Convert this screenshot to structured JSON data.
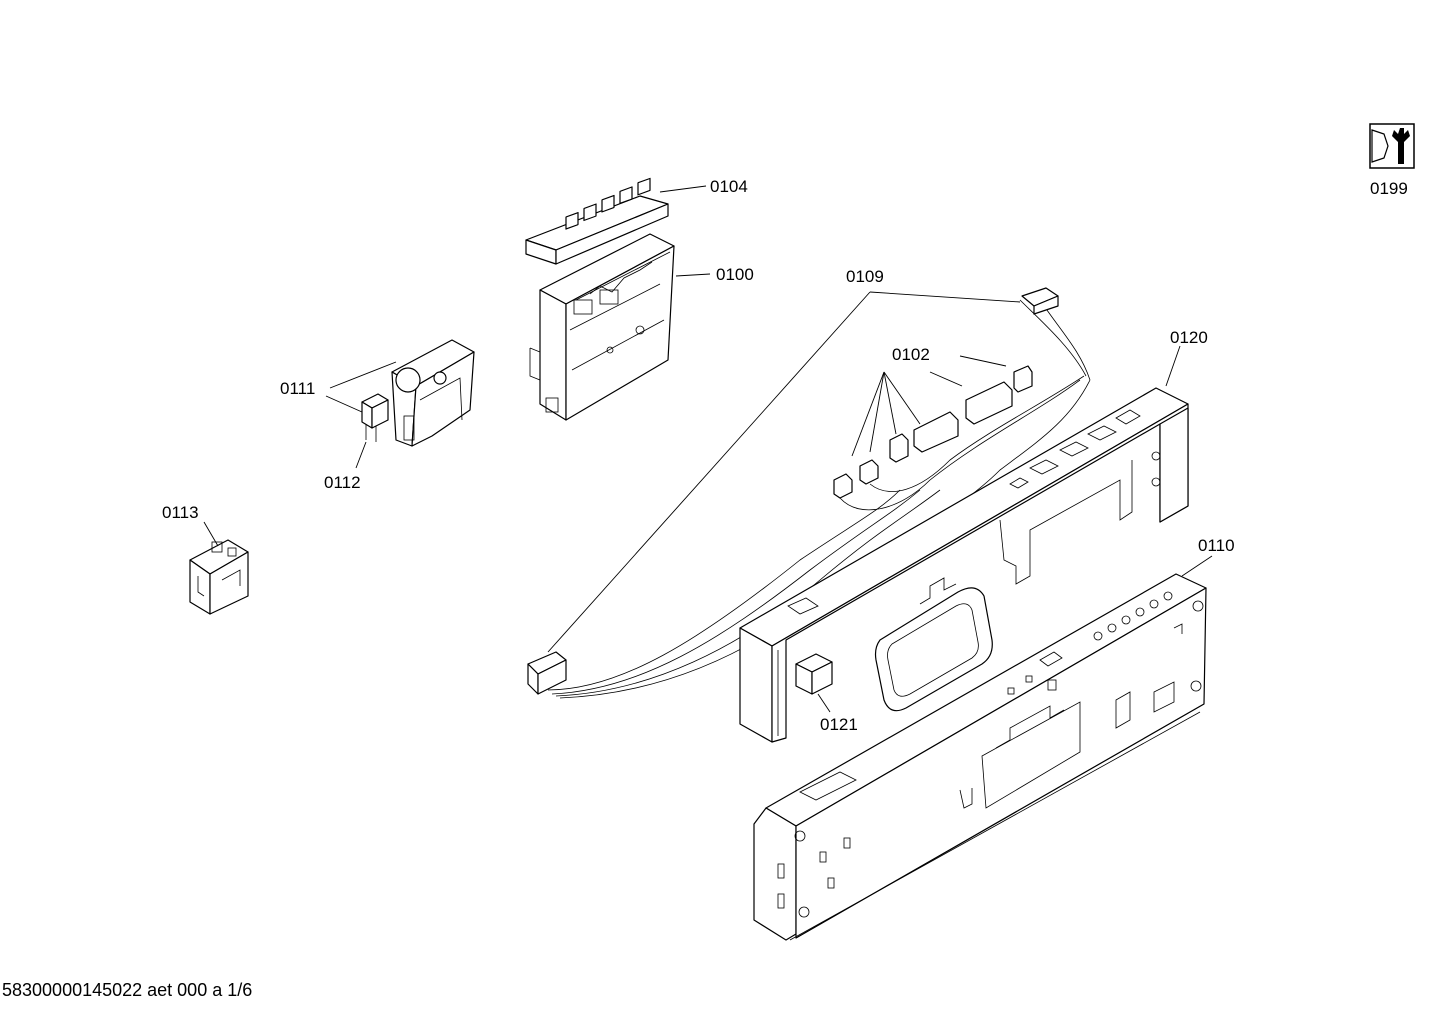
{
  "labels": {
    "p0104": "0104",
    "p0100": "0100",
    "p0109": "0109",
    "p0102": "0102",
    "p0120": "0120",
    "p0111": "0111",
    "p0112": "0112",
    "p0113": "0113",
    "p0110": "0110",
    "p0121": "0121",
    "p0199": "0199"
  },
  "footer": "58300000145022 aet 000 a 1/6"
}
